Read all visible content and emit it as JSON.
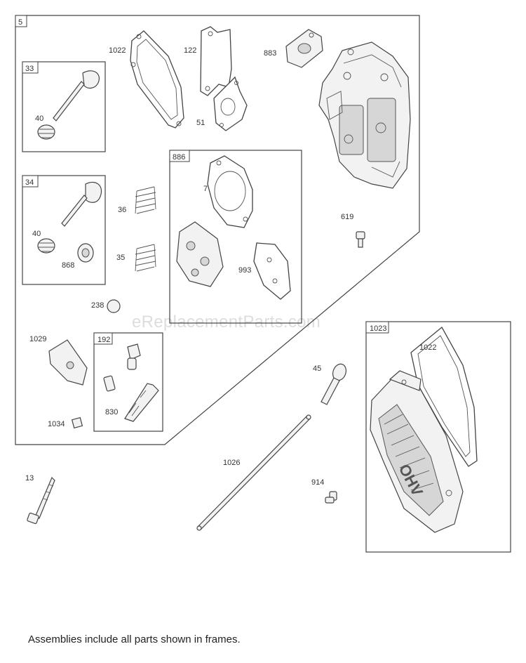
{
  "watermark": "eReplacementParts.com",
  "footer_note": "Assemblies include all parts shown in frames.",
  "callouts": {
    "main_frame": "5",
    "valve_frame_a": "33",
    "valve_frame_b": "34",
    "gasket_kit_frame": "886",
    "tool_frame": "192",
    "cover_frame": "1023",
    "p1022a": "1022",
    "p122": "122",
    "p51": "51",
    "p883": "883",
    "p40a": "40",
    "p40b": "40",
    "p868": "868",
    "p36": "36",
    "p35": "35",
    "p7": "7",
    "p993": "993",
    "p619": "619",
    "p238": "238",
    "p1029": "1029",
    "p1034": "1034",
    "p830": "830",
    "p45": "45",
    "p1022b": "1022",
    "p1026": "1026",
    "p13": "13",
    "p914": "914"
  },
  "cover_emblem": "OHV"
}
